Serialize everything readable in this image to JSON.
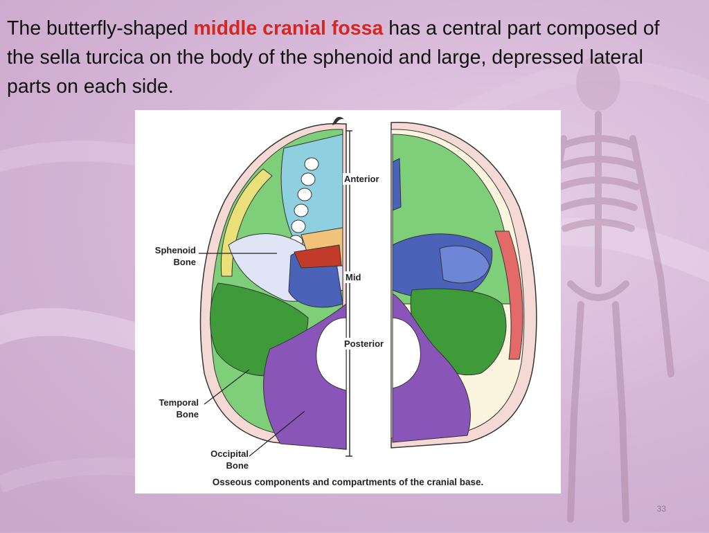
{
  "slide": {
    "text_before": "The butterfly-shaped ",
    "highlight": "middle cranial fossa",
    "text_after": " has a central part composed of the sella turcica on the body of the sphenoid and large, depressed lateral parts on each side.",
    "highlight_color": "#d7261f",
    "page_number": "33"
  },
  "figure": {
    "labels": {
      "sphenoid_line1": "Sphenoid",
      "sphenoid_line2": "Bone",
      "temporal_line1": "Temporal",
      "temporal_line2": "Bone",
      "occipital_line1": "Occipital",
      "occipital_line2": "Bone",
      "anterior": "Anterior",
      "mid": "Mid",
      "posterior": "Posterior"
    },
    "caption": "Osseous components and compartments of the cranial base.",
    "colors": {
      "frontal": "#7fcf7a",
      "sphenoid": "#4a63b8",
      "temporal": "#3f9a3a",
      "occipital": "#8a55b8",
      "ethmoid": "#8fd0e0",
      "parietal_edge": "#e46a6a"
    }
  }
}
